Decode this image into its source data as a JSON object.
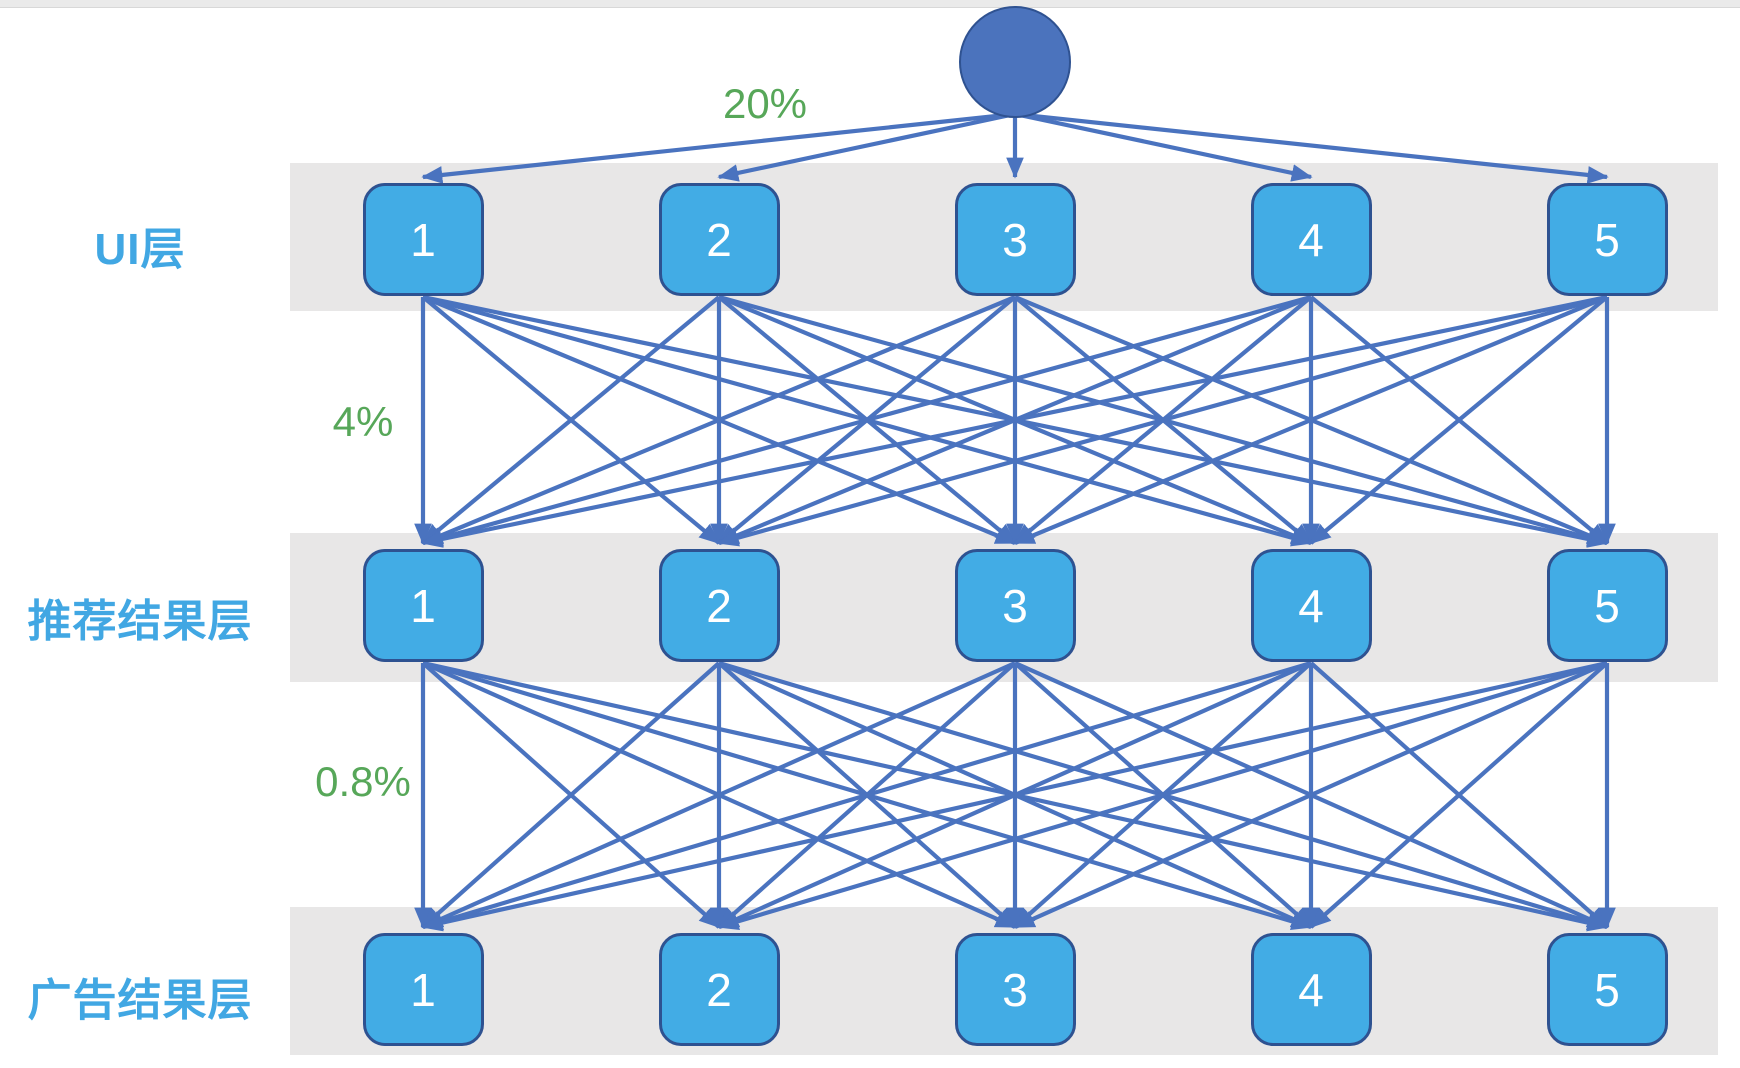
{
  "diagram_title": "",
  "root": {
    "shape": "circle",
    "label": ""
  },
  "edge_labels": {
    "root_to_ui": "20%",
    "ui_to_rec": "4%",
    "rec_to_ad": "0.8%"
  },
  "layers": [
    {
      "name": "UI层",
      "nodes": [
        "1",
        "2",
        "3",
        "4",
        "5"
      ]
    },
    {
      "name": "推荐结果层",
      "nodes": [
        "1",
        "2",
        "3",
        "4",
        "5"
      ]
    },
    {
      "name": "广告结果层",
      "nodes": [
        "1",
        "2",
        "3",
        "4",
        "5"
      ]
    }
  ],
  "connectivity": "fully-connected-between-adjacent-layers",
  "colors": {
    "node_fill": "#42ACE5",
    "node_border": "#2E5291",
    "node_text": "#FFFFFF",
    "root_fill": "#4B73BD",
    "root_border": "#2F5291",
    "edge": "#4A73BF",
    "band_bg": "#E8E7E7",
    "layer_label": "#41A7E3",
    "percent_label": "#57A759",
    "top_strip": "#EAEAEA",
    "top_strip_border": "#D8D8D8"
  }
}
